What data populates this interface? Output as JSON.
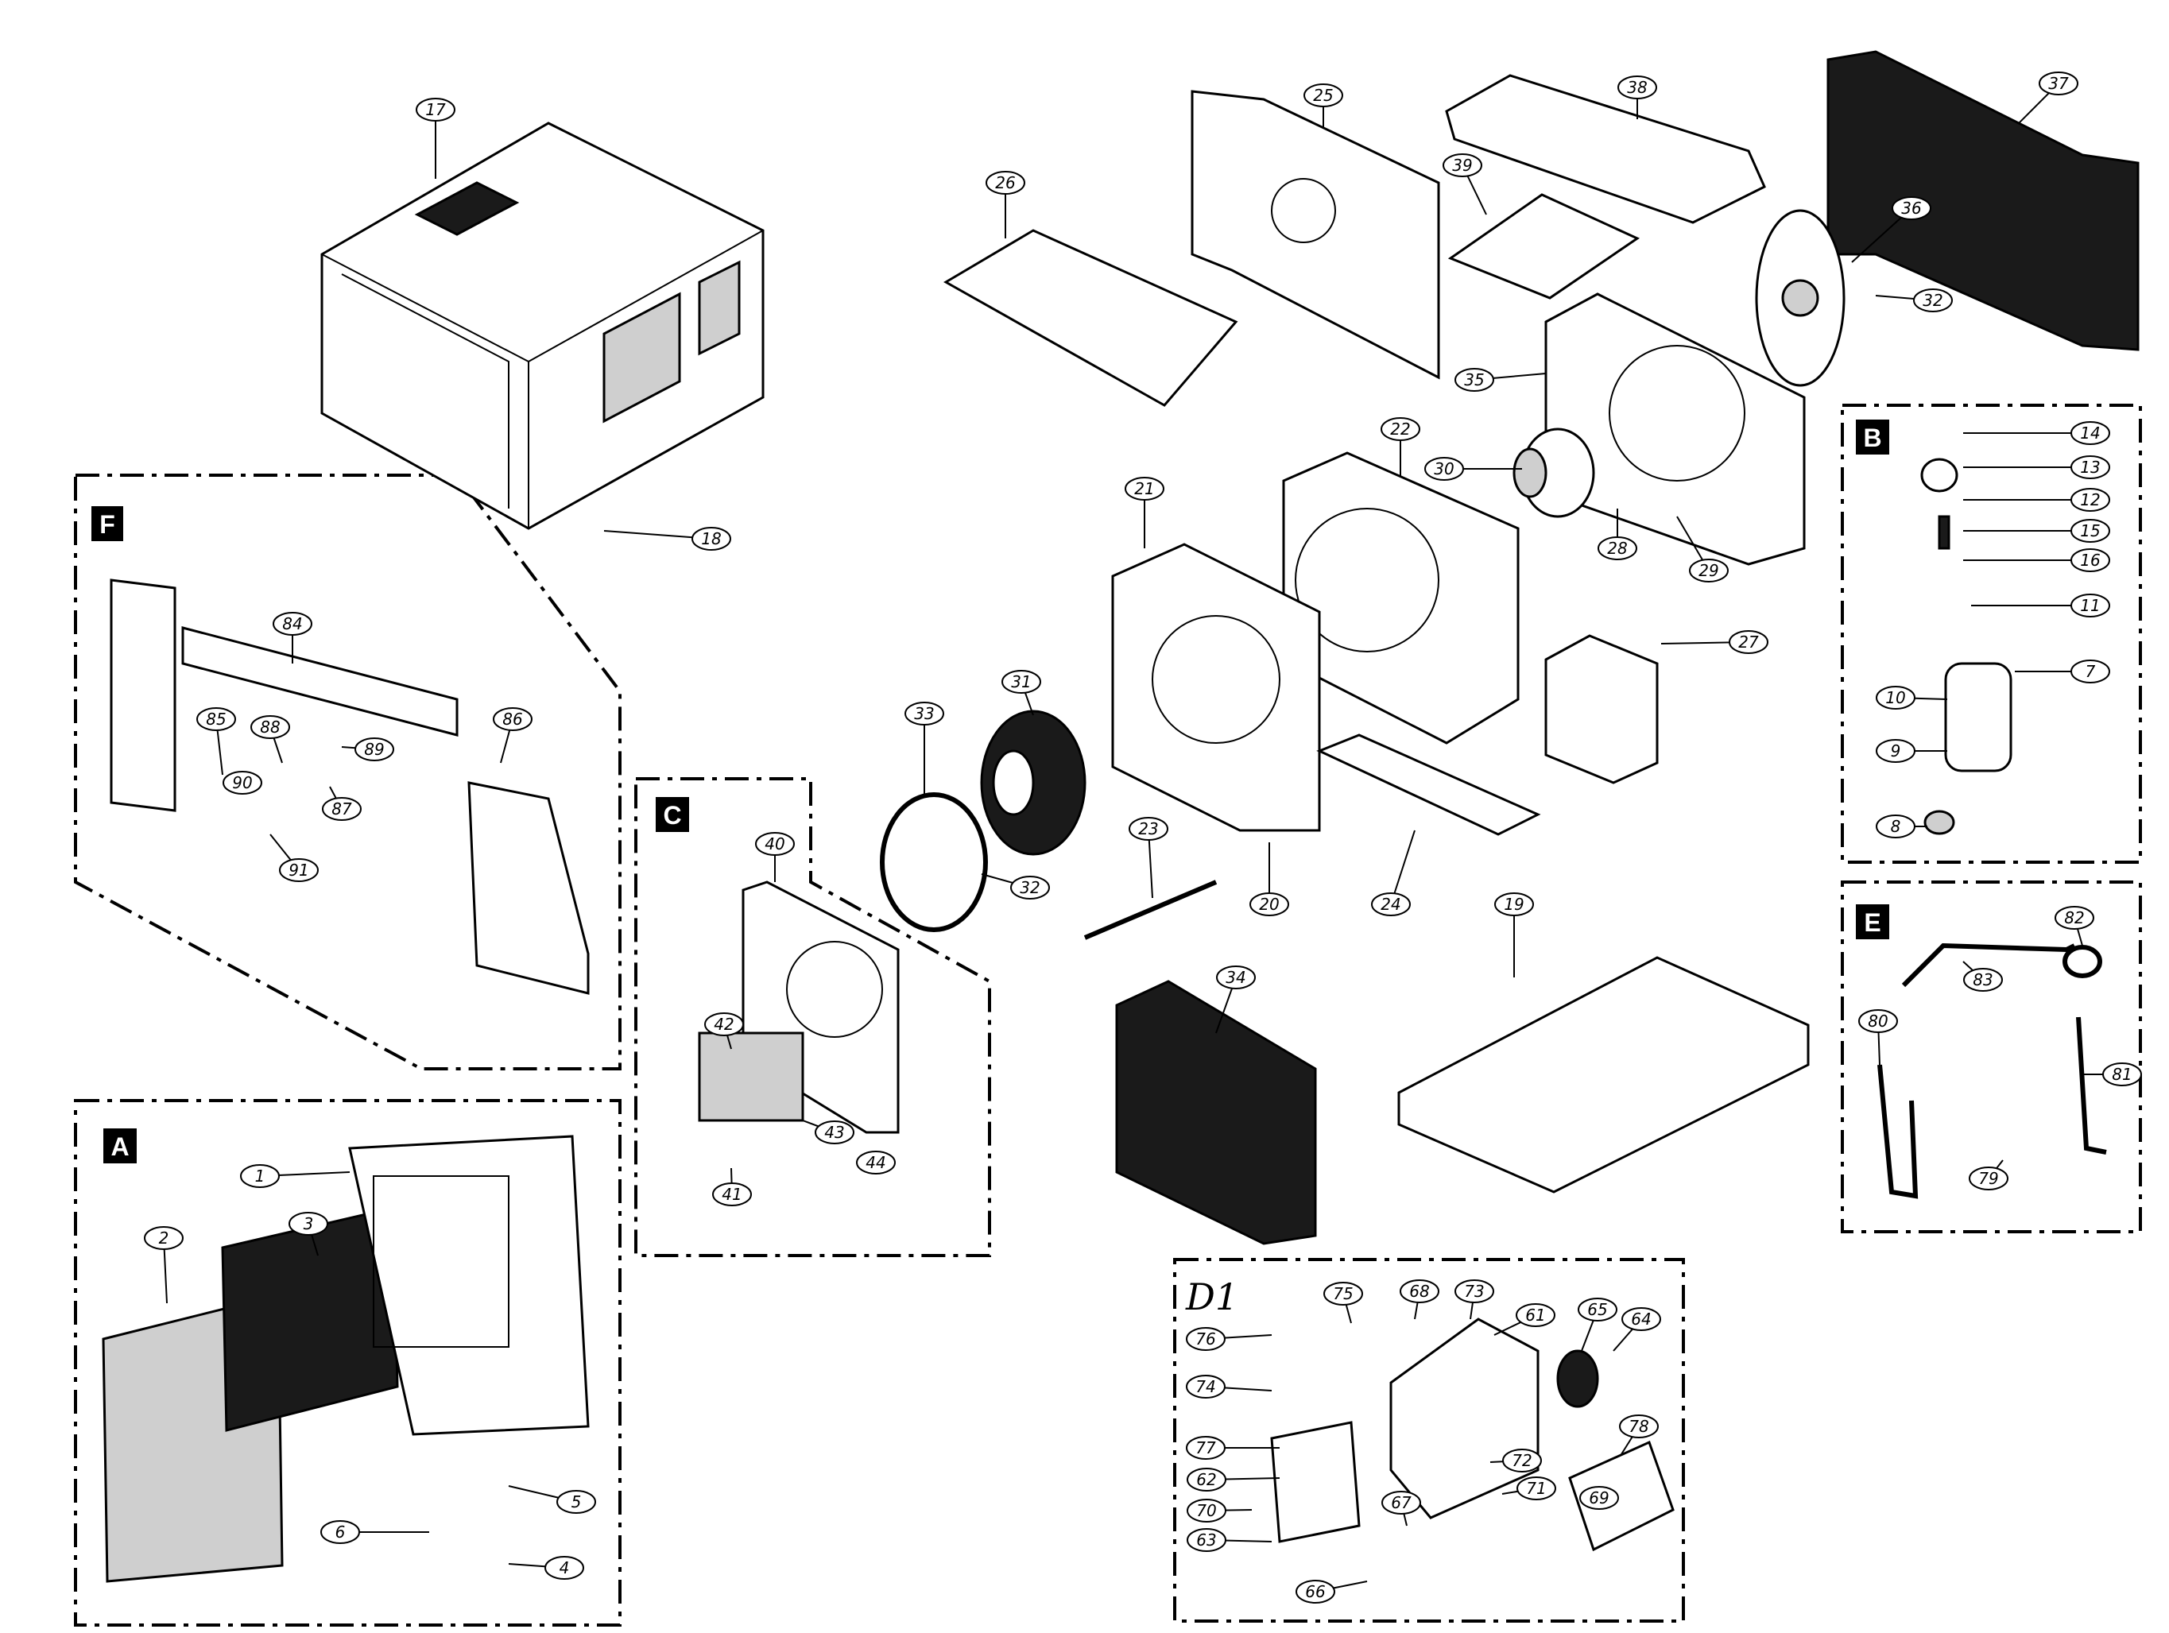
{
  "diagram": {
    "section_labels": [
      "F",
      "A",
      "C",
      "B",
      "E"
    ],
    "group_label_d1": "D1",
    "callouts": [
      "1",
      "2",
      "3",
      "4",
      "5",
      "6",
      "7",
      "8",
      "9",
      "10",
      "11",
      "12",
      "13",
      "14",
      "15",
      "16",
      "17",
      "18",
      "19",
      "20",
      "21",
      "22",
      "23",
      "24",
      "25",
      "26",
      "27",
      "28",
      "29",
      "30",
      "31",
      "32",
      "33",
      "34",
      "35",
      "36",
      "37",
      "38",
      "39",
      "40",
      "41",
      "42",
      "43",
      "44",
      "61",
      "62",
      "63",
      "64",
      "65",
      "66",
      "67",
      "68",
      "69",
      "70",
      "71",
      "72",
      "73",
      "74",
      "75",
      "76",
      "77",
      "78",
      "79",
      "80",
      "81",
      "82",
      "83",
      "84",
      "85",
      "86",
      "87",
      "88",
      "89",
      "90",
      "91"
    ]
  }
}
